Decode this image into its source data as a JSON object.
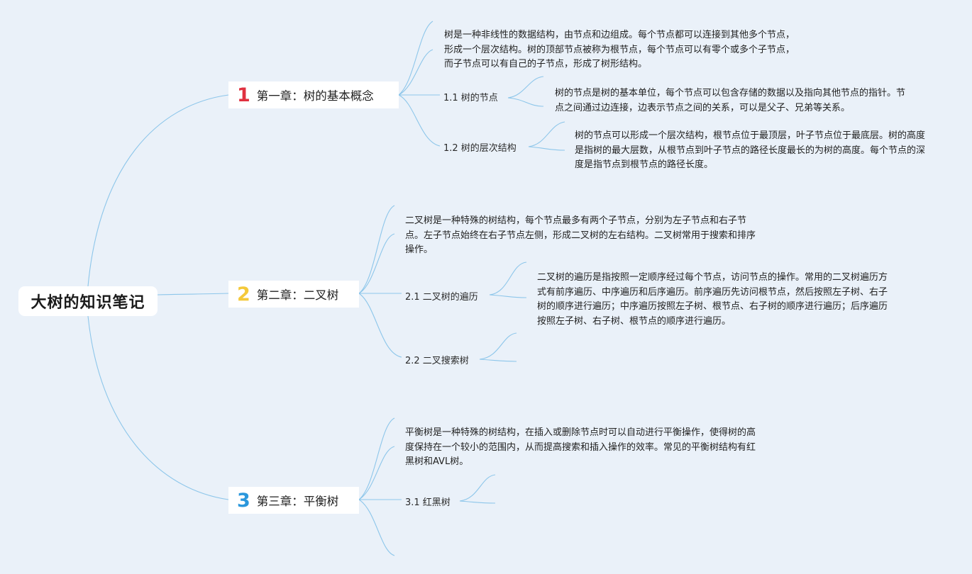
{
  "root": {
    "title": "大树的知识笔记"
  },
  "chapters": [
    {
      "num": "1",
      "num_color": "#e03140",
      "title": "第一章：树的基本概念",
      "desc": "树是一种非线性的数据结构，由节点和边组成。每个节点都可以连接到其他多个节点，形成一个层次结构。树的顶部节点被称为根节点，每个节点可以有零个或多个子节点，而子节点可以有自己的子节点，形成了树形结构。",
      "subs": [
        {
          "title": "1.1 树的节点",
          "desc": "树的节点是树的基本单位，每个节点可以包含存储的数据以及指向其他节点的指针。节点之间通过边连接，边表示节点之间的关系，可以是父子、兄弟等关系。"
        },
        {
          "title": "1.2 树的层次结构",
          "desc": "树的节点可以形成一个层次结构，根节点位于最顶层，叶子节点位于最底层。树的高度是指树的最大层数，从根节点到叶子节点的路径长度最长的为树的高度。每个节点的深度是指节点到根节点的路径长度。"
        }
      ]
    },
    {
      "num": "2",
      "num_color": "#f4c93a",
      "title": "第二章：二叉树",
      "desc": "二叉树是一种特殊的树结构，每个节点最多有两个子节点，分别为左子节点和右子节点。左子节点始终在右子节点左侧，形成二叉树的左右结构。二叉树常用于搜索和排序操作。",
      "subs": [
        {
          "title": "2.1 二叉树的遍历",
          "desc": "二叉树的遍历是指按照一定顺序经过每个节点，访问节点的操作。常用的二叉树遍历方式有前序遍历、中序遍历和后序遍历。前序遍历先访问根节点，然后按照左子树、右子树的顺序进行遍历；中序遍历按照左子树、根节点、右子树的顺序进行遍历；后序遍历按照左子树、右子树、根节点的顺序进行遍历。"
        },
        {
          "title": "2.2 二叉搜索树"
        }
      ]
    },
    {
      "num": "3",
      "num_color": "#2a97dc",
      "title": "第三章：平衡树",
      "desc": "平衡树是一种特殊的树结构，在插入或删除节点时可以自动进行平衡操作，使得树的高度保持在一个较小的范围内，从而提高搜索和插入操作的效率。常见的平衡树结构有红黑树和AVL树。",
      "subs": [
        {
          "title": "3.1 红黑树"
        }
      ]
    }
  ],
  "colors": {
    "background": "#eaf1f9",
    "connector": "#8dc6ea"
  }
}
